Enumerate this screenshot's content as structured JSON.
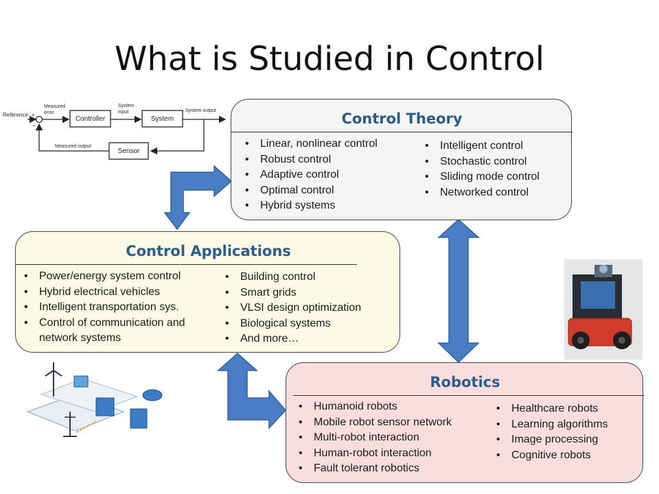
{
  "slide_title": "What is Studied in Control",
  "block_diagram": {
    "reference": "Reference",
    "measured_error": [
      "Measured",
      "error"
    ],
    "plus": "+",
    "minus": "−",
    "controller": "Controller",
    "system_input": [
      "System",
      "input"
    ],
    "system": "System",
    "system_output": "System output",
    "measured_output": "Measured output",
    "sensor": "Sensor"
  },
  "control_theory": {
    "heading": "Control Theory",
    "col1": [
      "Linear, nonlinear control",
      "Robust control",
      "Adaptive control",
      "Optimal control",
      "Hybrid systems"
    ],
    "col2": [
      "Intelligent control",
      "Stochastic control",
      "Sliding mode control",
      "Networked control"
    ]
  },
  "control_applications": {
    "heading": "Control Applications",
    "col1": [
      "Power/energy system control",
      "Hybrid electrical vehicles",
      "Intelligent transportation sys.",
      "Control of communication and network systems"
    ],
    "col2": [
      "Building control",
      "Smart grids",
      "VLSI design optimization",
      "Biological systems",
      "And more…"
    ]
  },
  "robotics": {
    "heading": "Robotics",
    "col1": [
      "Humanoid robots",
      "Mobile robot sensor network",
      "Multi-robot interaction",
      "Human-robot interaction",
      "Fault tolerant robotics"
    ],
    "col2": [
      "Healthcare robots",
      "Learning algorithms",
      "Image processing",
      "Cognitive robots"
    ]
  },
  "colors": {
    "heading": "#2e5c8a",
    "arrow_fill": "#4a7ec4",
    "arrow_stroke": "#2f5f9e",
    "theory_bg": "#f3f6f2",
    "apps_bg": "#fbfae4",
    "robotics_bg": "#f9dede"
  }
}
